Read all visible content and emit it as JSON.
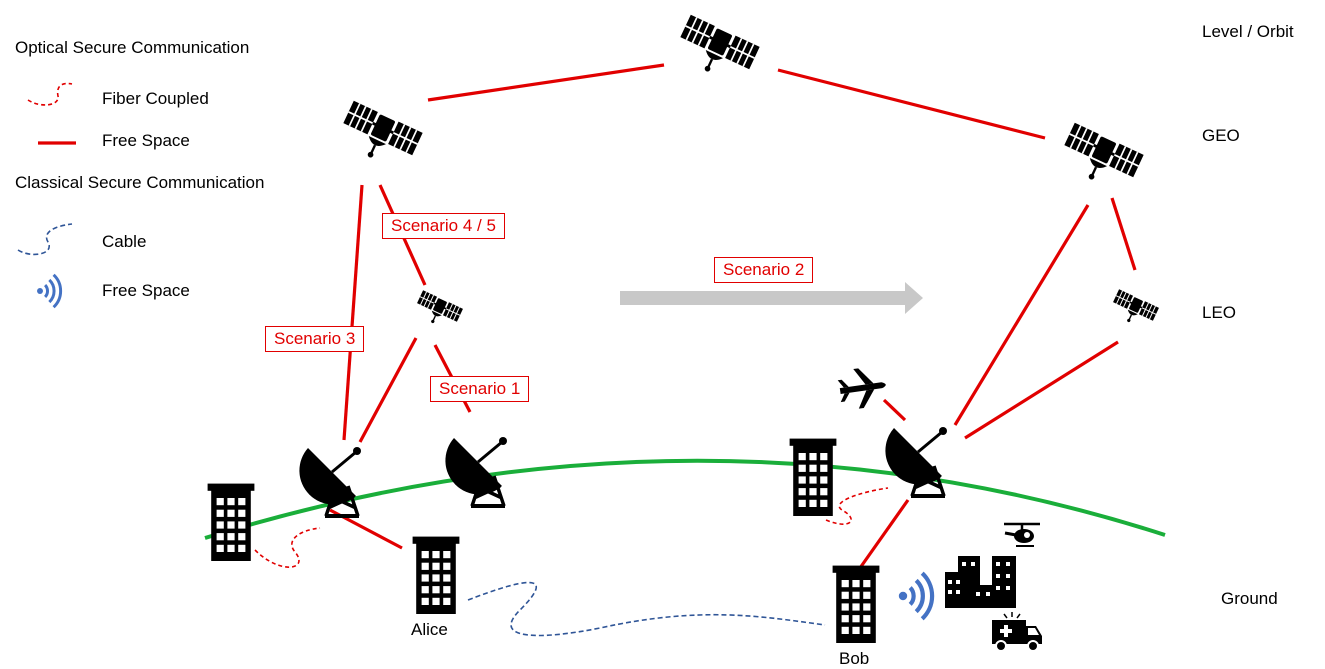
{
  "legend": {
    "optical_title": "Optical Secure Communication",
    "fiber_coupled": "Fiber Coupled",
    "free_space_optical": "Free Space",
    "classical_title": "Classical Secure Communication",
    "cable": "Cable",
    "free_space_classical": "Free Space"
  },
  "levels": {
    "header": "Level / Orbit",
    "geo": "GEO",
    "leo": "LEO",
    "ground": "Ground"
  },
  "scenarios": {
    "s1": "Scenario 1",
    "s2": "Scenario 2",
    "s3": "Scenario 3",
    "s45": "Scenario 4 / 5"
  },
  "parties": {
    "alice": "Alice",
    "bob": "Bob"
  },
  "colors": {
    "optical_link": "#e10000",
    "classical_link": "#2f5597",
    "wireless": "#4472c4",
    "earth_curve": "#1aae3a",
    "arrow": "#c8c8c8",
    "icon": "#000000"
  },
  "icons": [
    "satellite-icon",
    "ground-station-icon",
    "building-icon",
    "airplane-icon",
    "helicopter-icon",
    "ambulance-icon",
    "city-icon",
    "wireless-icon"
  ]
}
